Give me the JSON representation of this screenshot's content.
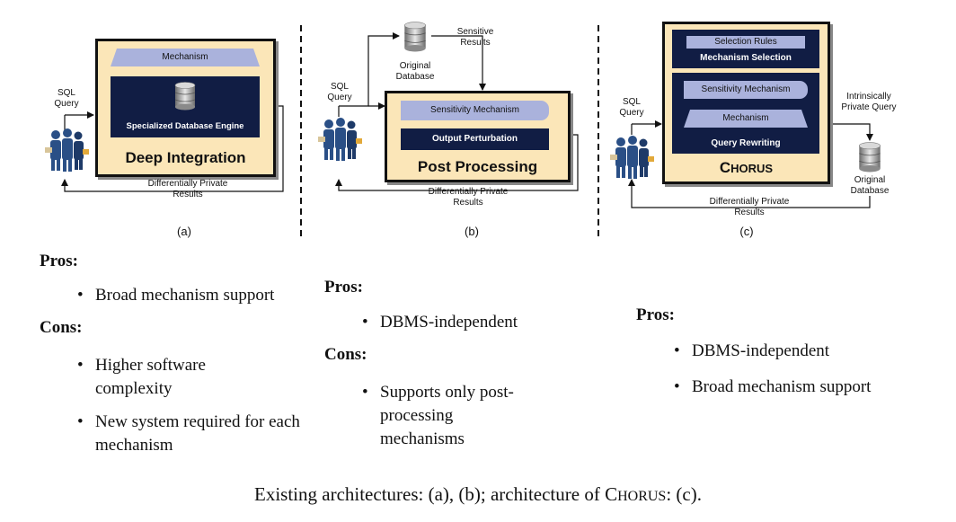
{
  "panel_a": {
    "sql_query": "SQL Query",
    "mechanism": "Mechanism",
    "engine": "Specialized Database Engine",
    "title": "Deep Integration",
    "results": "Differentially Private Results",
    "caption": "(a)"
  },
  "panel_b": {
    "sensitive_results": "Sensitive Results",
    "original_database": "Original Database",
    "sql_query": "SQL Query",
    "sensitivity_mechanism": "Sensitivity Mechanism",
    "output_perturbation": "Output Perturbation",
    "title": "Post Processing",
    "results": "Differentially Private Results",
    "caption": "(b)"
  },
  "panel_c": {
    "selection_rules": "Selection Rules",
    "mechanism_selection": "Mechanism Selection",
    "sensitivity_mechanism": "Sensitivity Mechanism",
    "mechanism": "Mechanism",
    "query_rewriting": "Query Rewriting",
    "title_first": "C",
    "title_rest": "HORUS",
    "sql_query": "SQL Query",
    "intrinsic_query": "Intrinsically Private Query",
    "original_database": "Original Database",
    "results": "Differentially Private Results",
    "caption": "(c)"
  },
  "pros_cons_a": {
    "pros_label": "Pros:",
    "pros": [
      "Broad mechanism support"
    ],
    "cons_label": "Cons:",
    "cons": [
      "Higher software complexity",
      "New system required for each mechanism"
    ]
  },
  "pros_cons_b": {
    "pros_label": "Pros:",
    "pros": [
      "DBMS-independent"
    ],
    "cons_label": "Cons:",
    "cons": [
      "Supports only post-processing mechanisms"
    ]
  },
  "pros_cons_c": {
    "pros_label": "Pros:",
    "pros": [
      "DBMS-independent",
      "Broad mechanism support"
    ]
  },
  "caption": {
    "before": "Existing architectures: (a), (b); architecture of ",
    "sc_first": "C",
    "sc_rest": "HORUS",
    "after": ": (c)."
  },
  "icons": [
    "users-icon",
    "database-icon",
    "dashed-separator"
  ],
  "colors": {
    "box_fill": "#fbe6b8",
    "dark_block": "#111d44",
    "mechanism_fill": "#aab2dc"
  }
}
